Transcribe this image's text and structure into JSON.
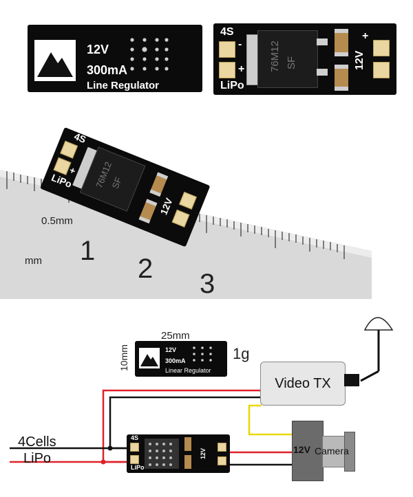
{
  "board_top_left": {
    "voltage": "12V",
    "current": "300mA",
    "name": "Line Regulator"
  },
  "board_top_right": {
    "input_label": "4S",
    "battery_label": "LiPo",
    "output_label": "12V",
    "minus": "-",
    "plus": "+",
    "chip_marking_1": "76M12",
    "chip_marking_2": "SF"
  },
  "ruler_photo": {
    "input_label": "4S",
    "battery_label": "LiPo",
    "output_label": "12V",
    "plus": "+",
    "chip_marking_1": "76M12",
    "chip_marking_2": "SF",
    "ruler_half_mm": "0.5mm",
    "ruler_unit": "mm",
    "ruler_numbers": [
      "1",
      "2",
      "3"
    ]
  },
  "diagram": {
    "width_label": "25mm",
    "height_label": "10mm",
    "weight_label": "1g",
    "board_voltage": "12V",
    "board_current": "300mA",
    "board_name": "Linear Regulator",
    "video_tx": "Video TX",
    "camera": "Camera",
    "camera_voltage": "12V",
    "source_line1": "4Cells",
    "source_line2": "LiPo",
    "small_board_4s": "4S",
    "small_board_lipo": "LiPo",
    "small_board_12v": "12V"
  },
  "colors": {
    "pcb": "#0b0b0b",
    "red_wire": "#e0202a",
    "black_wire": "#111111",
    "yellow_wire": "#e8d800",
    "ruler": "#d8d8d8"
  }
}
